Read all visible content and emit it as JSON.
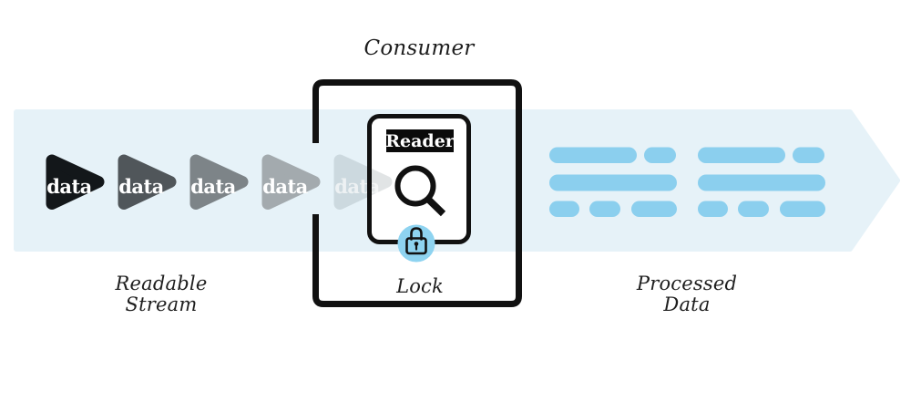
{
  "diagram": {
    "consumer_label": "Consumer",
    "reader_label": "Reader",
    "lock_label": "Lock",
    "readable_stream_label": "Readable\nStream",
    "processed_data_label": "Processed\nData",
    "stream_items": [
      {
        "label": "data",
        "color": "#13171a"
      },
      {
        "label": "data",
        "color": "#50565a"
      },
      {
        "label": "data",
        "color": "#7d8488"
      },
      {
        "label": "data",
        "color": "#a3aaae"
      },
      {
        "label": "data",
        "color": "#4d5c63"
      }
    ],
    "colors": {
      "band": "#e6f2f8",
      "bars": "#8bcfee",
      "lock_circle": "#8ed3f0",
      "outline": "#111111",
      "text": "#1e1e1e"
    }
  }
}
